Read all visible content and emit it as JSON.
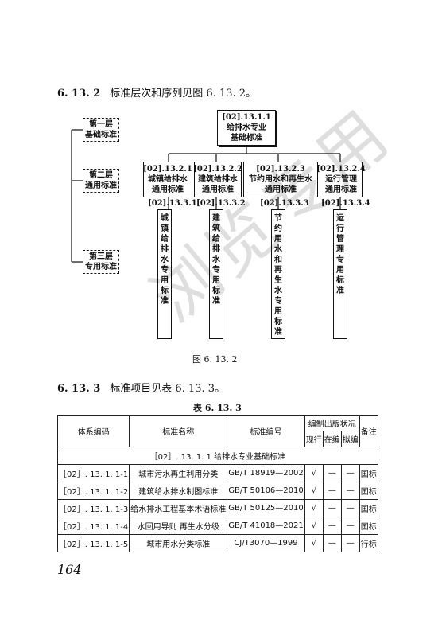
{
  "section_6132": {
    "num": "6. 13. 2",
    "text": "标准层次和序列见图 6. 13. 2。"
  },
  "levels": {
    "first": [
      "第一层",
      "基础标准"
    ],
    "second": [
      "第二层",
      "通用标准"
    ],
    "third": [
      "第三层",
      "专用标准"
    ]
  },
  "root": {
    "code": "[02].13.1.1",
    "name": [
      "给排水专业",
      "基础标准"
    ]
  },
  "level2": [
    {
      "code": "[02].13.2.1",
      "name": [
        "城镇给排水",
        "通用标准"
      ]
    },
    {
      "code": "[02].13.2.2",
      "name": [
        "建筑给排水",
        "通用标准"
      ]
    },
    {
      "code": "[02].13.2.3",
      "name": [
        "节约用水和再生水",
        "通用标准"
      ]
    },
    {
      "code": "[02].13.2.4",
      "name": [
        "运行管理",
        "通用标准"
      ]
    }
  ],
  "level3": [
    {
      "code": "[02].13.3.1",
      "name": "城镇给排水专用标准"
    },
    {
      "code": "[02].13.3.2",
      "name": "建筑给排水专用标准"
    },
    {
      "code": "[02].13.3.3",
      "name": "节约用水和再生水专用标准"
    },
    {
      "code": "[02].13.3.4",
      "name": "运行管理专用标准"
    }
  ],
  "figure_caption": "图 6. 13. 2",
  "section_6133": {
    "num": "6. 13. 3",
    "text": "标准项目见表 6. 13. 3。"
  },
  "table_caption": "表 6. 13. 3",
  "table": {
    "headers": {
      "system_code": "体系编码",
      "name": "标准名称",
      "number": "标准编号",
      "status": "编制出版状况",
      "current": "现行",
      "in_progress": "在编",
      "planned": "拟编",
      "remark": "备注"
    },
    "group_title": "［02］. 13. 1. 1 给排水专业基础标准",
    "rows": [
      {
        "code": "［02］. 13. 1. 1-1",
        "name": "城市污水再生利用分类",
        "number": "GB/T 18919—2002",
        "current": "√",
        "in_progress": "—",
        "planned": "—",
        "remark": "国标"
      },
      {
        "code": "［02］. 13. 1. 1-2",
        "name": "建筑给水排水制图标准",
        "number": "GB/T 50106—2010",
        "current": "√",
        "in_progress": "—",
        "planned": "—",
        "remark": "国标"
      },
      {
        "code": "［02］. 13. 1. 1-3",
        "name": "给水排水工程基本术语标准",
        "number": "GB/T 50125—2010",
        "current": "√",
        "in_progress": "—",
        "planned": "—",
        "remark": "国标"
      },
      {
        "code": "［02］. 13. 1. 1-4",
        "name": "水回用导则 再生水分级",
        "number": "GB/T 41018—2021",
        "current": "√",
        "in_progress": "—",
        "planned": "—",
        "remark": "国标"
      },
      {
        "code": "［02］. 13. 1. 1-5",
        "name": "城市用水分类标准",
        "number": "CJ/T3070—1999",
        "current": "√",
        "in_progress": "—",
        "planned": "—",
        "remark": "行标"
      }
    ]
  },
  "watermark": "浏览专用",
  "page_number": "164"
}
